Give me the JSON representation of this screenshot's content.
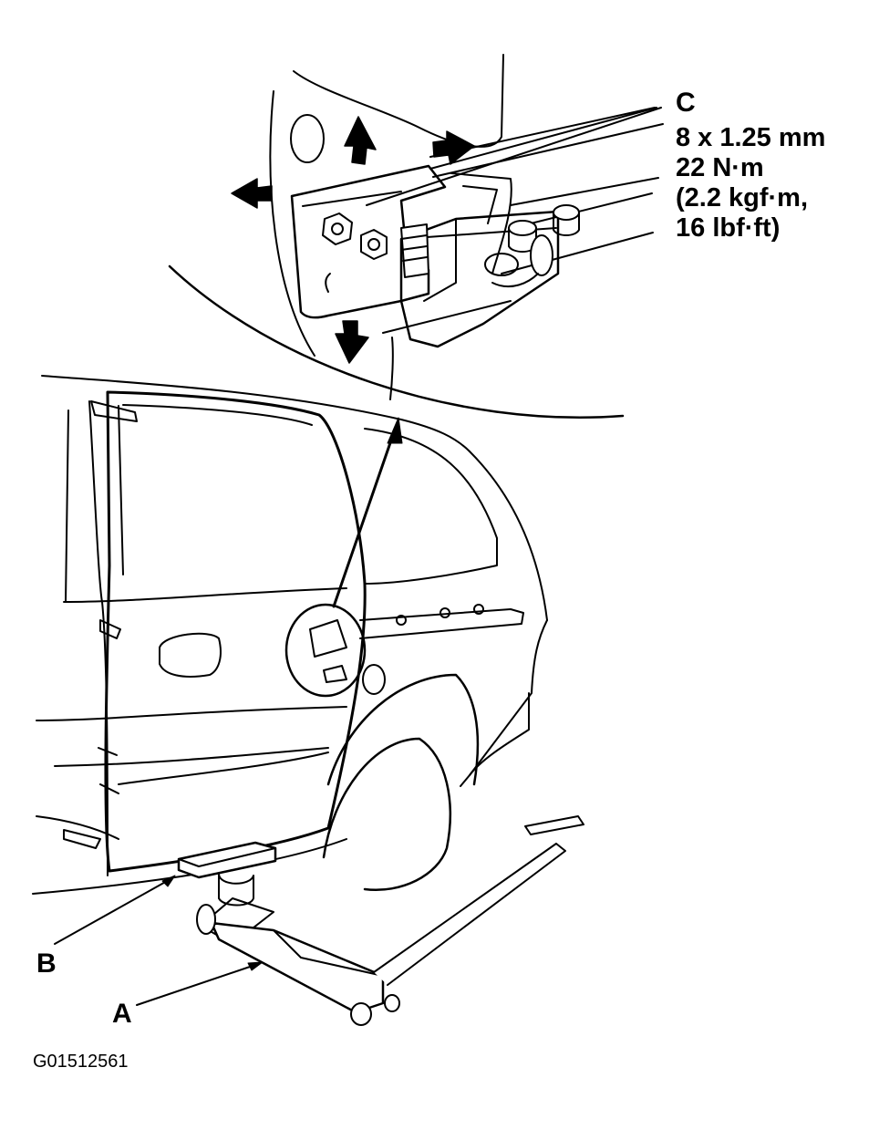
{
  "callouts": {
    "c": {
      "letter": "C",
      "spec_lines": [
        "8 x 1.25 mm",
        "22 N·m",
        "(2.2 kgf·m,",
        "16 lbf·ft)"
      ]
    },
    "b": {
      "letter": "B"
    },
    "a": {
      "letter": "A"
    }
  },
  "figure_code": "G01512561",
  "icons": {
    "adjust_up": "arrow-up-icon",
    "adjust_down": "arrow-down-icon",
    "adjust_left": "arrow-left-icon",
    "adjust_right": "arrow-right-icon",
    "bolt": "bolt-icon",
    "roller": "roller-icon"
  },
  "colors": {
    "line": "#000000",
    "background": "#ffffff"
  }
}
